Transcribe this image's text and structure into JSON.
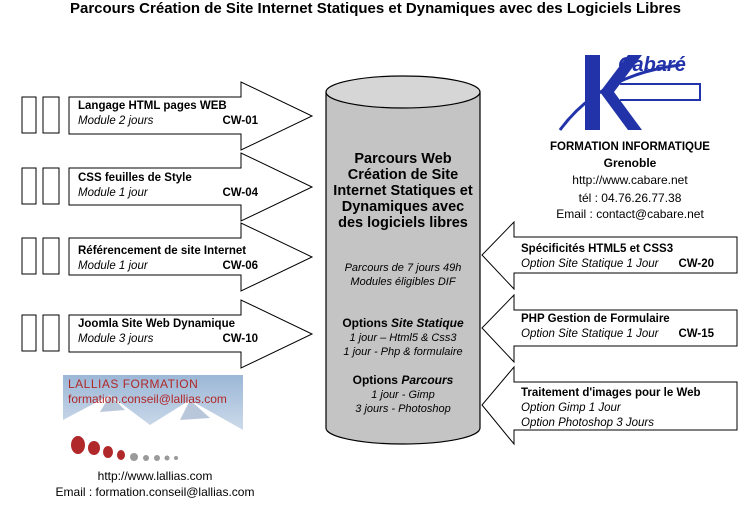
{
  "title": "Parcours Création de Site Internet Statiques et Dynamiques avec des Logiciels Libres",
  "left_modules": [
    {
      "title": "Langage HTML pages WEB",
      "duration": "Module 2 jours",
      "code": "CW-01"
    },
    {
      "title": "CSS feuilles de Style",
      "duration": "Module 1 jour",
      "code": "CW-04"
    },
    {
      "title": "Référencement de site Internet",
      "duration": "Module 1 jour",
      "code": "CW-06"
    },
    {
      "title": "Joomla Site Web Dynamique",
      "duration": "Module 3 jours",
      "code": "CW-10"
    }
  ],
  "right_modules": [
    {
      "title": "Spécificités HTML5 et CSS3",
      "duration": "Option Site Statique 1 Jour",
      "code": "CW-20"
    },
    {
      "title": "PHP Gestion de Formulaire",
      "duration": "Option Site Statique 1 Jour",
      "code": "CW-15"
    },
    {
      "title": "Traitement d'images pour le Web",
      "duration": "Option Gimp 1 Jour",
      "duration2": "Option Photoshop 3 Jours",
      "code": ""
    }
  ],
  "center": {
    "title": "Parcours Web Création de Site Internet Statiques et Dynamiques avec des logiciels libres",
    "duration": "Parcours de 7 jours 49h",
    "dif": "Modules éligibles DIF",
    "options_static_prefix": "Options",
    "options_static_word": "Site Statique",
    "static_line1": "1 jour – Html5 & Css3",
    "static_line2": "1 jour  - Php & formulaire",
    "options_parcours_prefix": "Options",
    "options_parcours_word": "Parcours",
    "parcours_line1": "1 jour - Gimp",
    "parcours_line2": "3 jours  - Photoshop"
  },
  "cabare": {
    "logo_text": "Cabaré",
    "heading": "FORMATION INFORMATIQUE",
    "city": "Grenoble",
    "url": "http://www.cabare.net",
    "phone": "tél : 04.76.26.77.38",
    "email": "Email : contact@cabare.net"
  },
  "lallias": {
    "logo_title": "LALLIAS FORMATION",
    "logo_email": "formation.conseil@lallias.com",
    "url": "http://www.lallias.com",
    "email": "Email : formation.conseil@lallias.com"
  },
  "colors": {
    "cylinder": "#c4c4c4",
    "logo_blue": "#2233aa",
    "lallias_red": "#b0282a"
  }
}
